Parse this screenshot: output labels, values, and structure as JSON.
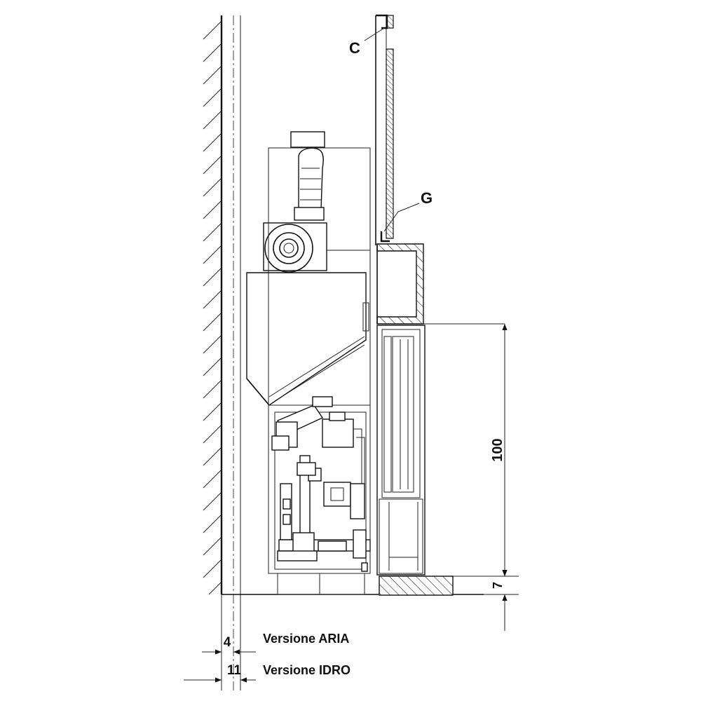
{
  "labels": {
    "top_marker": "C",
    "mid_marker": "G"
  },
  "dimensions": {
    "height_main": "100",
    "height_base": "7",
    "offset_aria": "4",
    "offset_idro": "11"
  },
  "versions": {
    "aria": "Versione ARIA",
    "idro": "Versione IDRO"
  }
}
